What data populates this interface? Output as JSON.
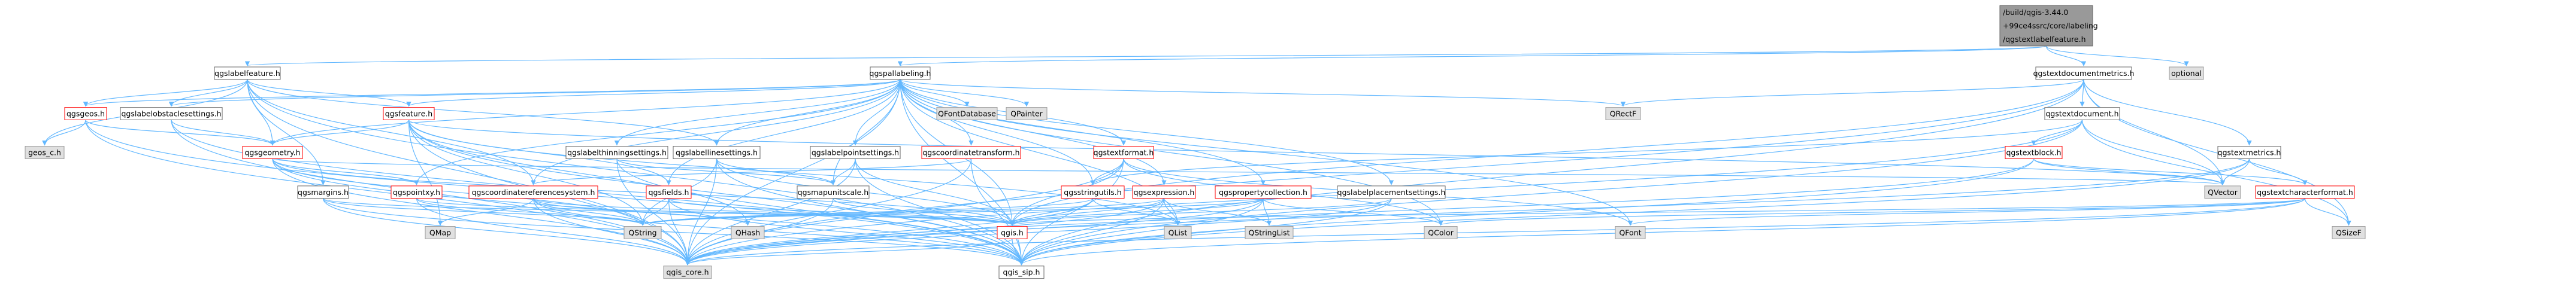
{
  "colors": {
    "edge": "#63b8ff",
    "border": "#666666",
    "border_red": "#ff0000",
    "external_fill": "#e0e0e0",
    "root_fill": "#999999",
    "node_fill": "#ffffff"
  },
  "nodes": [
    {
      "id": "root",
      "lines": [
        "/build/qgis-3.44.0",
        "+99ce4ssrc/core/labeling",
        "/qgstextlabelfeature.h"
      ],
      "kind": "root"
    },
    {
      "id": "qgslabelfeature",
      "lines": [
        "qgslabelfeature.h"
      ],
      "kind": "normal"
    },
    {
      "id": "qgspallabeling",
      "lines": [
        "qgspallabeling.h"
      ],
      "kind": "normal"
    },
    {
      "id": "qgstextdocumentmetrics",
      "lines": [
        "qgstextdocumentmetrics.h"
      ],
      "kind": "normal"
    },
    {
      "id": "optional",
      "lines": [
        "optional"
      ],
      "kind": "ext"
    },
    {
      "id": "qgsgeos",
      "lines": [
        "qgsgeos.h"
      ],
      "kind": "red"
    },
    {
      "id": "qgslabelobstaclesettings",
      "lines": [
        "qgslabelobstaclesettings.h"
      ],
      "kind": "normal"
    },
    {
      "id": "qgsfeature",
      "lines": [
        "qgsfeature.h"
      ],
      "kind": "red"
    },
    {
      "id": "qfontdatabase",
      "lines": [
        "QFontDatabase"
      ],
      "kind": "ext"
    },
    {
      "id": "qpainter",
      "lines": [
        "QPainter"
      ],
      "kind": "ext"
    },
    {
      "id": "qrectf",
      "lines": [
        "QRectF"
      ],
      "kind": "ext"
    },
    {
      "id": "qgstextdocument",
      "lines": [
        "qgstextdocument.h"
      ],
      "kind": "normal"
    },
    {
      "id": "geos_c",
      "lines": [
        "geos_c.h"
      ],
      "kind": "ext"
    },
    {
      "id": "qgsgeometry",
      "lines": [
        "qgsgeometry.h"
      ],
      "kind": "red"
    },
    {
      "id": "qgslabelthinningsettings",
      "lines": [
        "qgslabelthinningsettings.h"
      ],
      "kind": "normal"
    },
    {
      "id": "qgslabellinesettings",
      "lines": [
        "qgslabellinesettings.h"
      ],
      "kind": "normal"
    },
    {
      "id": "qgslabelpointsettings",
      "lines": [
        "qgslabelpointsettings.h"
      ],
      "kind": "normal"
    },
    {
      "id": "qgscoordinatetransform",
      "lines": [
        "qgscoordinatetransform.h"
      ],
      "kind": "red"
    },
    {
      "id": "qgstextformat",
      "lines": [
        "qgstextformat.h"
      ],
      "kind": "red"
    },
    {
      "id": "qgstextblock",
      "lines": [
        "qgstextblock.h"
      ],
      "kind": "red"
    },
    {
      "id": "qgstextmetrics",
      "lines": [
        "qgstextmetrics.h"
      ],
      "kind": "normal"
    },
    {
      "id": "qgsmargins",
      "lines": [
        "qgsmargins.h"
      ],
      "kind": "normal"
    },
    {
      "id": "qgspointxy",
      "lines": [
        "qgspointxy.h"
      ],
      "kind": "red"
    },
    {
      "id": "qgscoordinatereferencesystem",
      "lines": [
        "qgscoordinatereferencesystem.h"
      ],
      "kind": "red"
    },
    {
      "id": "qgsfields",
      "lines": [
        "qgsfields.h"
      ],
      "kind": "red"
    },
    {
      "id": "qgsmapunitscale",
      "lines": [
        "qgsmapunitscale.h"
      ],
      "kind": "normal"
    },
    {
      "id": "qgsstringutils",
      "lines": [
        "qgsstringutils.h"
      ],
      "kind": "red"
    },
    {
      "id": "qgsexpression",
      "lines": [
        "qgsexpression.h"
      ],
      "kind": "red"
    },
    {
      "id": "qgspropertycollection",
      "lines": [
        "qgspropertycollection.h"
      ],
      "kind": "red"
    },
    {
      "id": "qgslabelplacementsettings",
      "lines": [
        "qgslabelplacementsettings.h"
      ],
      "kind": "normal"
    },
    {
      "id": "qvector",
      "lines": [
        "QVector"
      ],
      "kind": "ext"
    },
    {
      "id": "qgstextcharacterformat",
      "lines": [
        "qgstextcharacterformat.h"
      ],
      "kind": "red"
    },
    {
      "id": "qmap",
      "lines": [
        "QMap"
      ],
      "kind": "ext"
    },
    {
      "id": "qstring",
      "lines": [
        "QString"
      ],
      "kind": "ext"
    },
    {
      "id": "qhash",
      "lines": [
        "QHash"
      ],
      "kind": "ext"
    },
    {
      "id": "qgis",
      "lines": [
        "qgis.h"
      ],
      "kind": "red"
    },
    {
      "id": "qlist",
      "lines": [
        "QList"
      ],
      "kind": "ext"
    },
    {
      "id": "qstringlist",
      "lines": [
        "QStringList"
      ],
      "kind": "ext"
    },
    {
      "id": "qcolor",
      "lines": [
        "QColor"
      ],
      "kind": "ext"
    },
    {
      "id": "qfont",
      "lines": [
        "QFont"
      ],
      "kind": "ext"
    },
    {
      "id": "qsizef",
      "lines": [
        "QSizeF"
      ],
      "kind": "ext"
    },
    {
      "id": "qgis_core",
      "lines": [
        "qgis_core.h"
      ],
      "kind": "ext"
    },
    {
      "id": "qgis_sip",
      "lines": [
        "qgis_sip.h"
      ],
      "kind": "normal"
    }
  ],
  "edges": [
    [
      "root",
      "qgslabelfeature"
    ],
    [
      "root",
      "qgspallabeling"
    ],
    [
      "root",
      "qgstextdocumentmetrics"
    ],
    [
      "root",
      "optional"
    ],
    [
      "qgslabelfeature",
      "qgis_core"
    ],
    [
      "qgslabelfeature",
      "qgsgeos"
    ],
    [
      "qgslabelfeature",
      "geos_c"
    ],
    [
      "qgslabelfeature",
      "qgsmargins"
    ],
    [
      "qgslabelfeature",
      "qgslabelobstaclesettings"
    ],
    [
      "qgslabelfeature",
      "qgsfeature"
    ],
    [
      "qgslabelfeature",
      "qgscoordinatereferencesystem"
    ],
    [
      "qgslabelfeature",
      "qgslabellinesettings"
    ],
    [
      "qgslabelfeature",
      "qgsgeometry"
    ],
    [
      "qgspallabeling",
      "qgis_core"
    ],
    [
      "qgspallabeling",
      "qgis_sip"
    ],
    [
      "qgspallabeling",
      "qfontdatabase"
    ],
    [
      "qgspallabeling",
      "qpainter"
    ],
    [
      "qgspallabeling",
      "qrectf"
    ],
    [
      "qgspallabeling",
      "qgsgeometry"
    ],
    [
      "qgspallabeling",
      "qgsfeature"
    ],
    [
      "qgspallabeling",
      "qgsfields"
    ],
    [
      "qgspallabeling",
      "qgspointxy"
    ],
    [
      "qgspallabeling",
      "qgspropertycollection"
    ],
    [
      "qgspallabeling",
      "qgsmapunitscale"
    ],
    [
      "qgspallabeling",
      "qgstextformat"
    ],
    [
      "qgspallabeling",
      "qgslabelobstaclesettings"
    ],
    [
      "qgspallabeling",
      "qgslabelthinningsettings"
    ],
    [
      "qgspallabeling",
      "qgslabellinesettings"
    ],
    [
      "qgspallabeling",
      "qgslabelpointsettings"
    ],
    [
      "qgspallabeling",
      "qgslabelplacementsettings"
    ],
    [
      "qgspallabeling",
      "qgscoordinatetransform"
    ],
    [
      "qgspallabeling",
      "qgsexpression"
    ],
    [
      "qgspallabeling",
      "qgsstringutils"
    ],
    [
      "qgspallabeling",
      "qgscoordinatereferencesystem"
    ],
    [
      "qgspallabeling",
      "qcolor"
    ],
    [
      "qgspallabeling",
      "qfont"
    ],
    [
      "qgspallabeling",
      "qgis"
    ],
    [
      "qgspallabeling",
      "qlist"
    ],
    [
      "qgspallabeling",
      "qgsgeos"
    ],
    [
      "qgstextdocumentmetrics",
      "qgis_core"
    ],
    [
      "qgstextdocumentmetrics",
      "qgis_sip"
    ],
    [
      "qgstextdocumentmetrics",
      "qgstextdocument"
    ],
    [
      "qgstextdocumentmetrics",
      "qgstextmetrics"
    ],
    [
      "qgstextdocumentmetrics",
      "qrectf"
    ],
    [
      "qgstextdocumentmetrics",
      "qvector"
    ],
    [
      "qgstextdocumentmetrics",
      "qsizef"
    ],
    [
      "qgstextdocumentmetrics",
      "qgis"
    ],
    [
      "qgsgeos",
      "qgis_core"
    ],
    [
      "qgsgeos",
      "qgsgeometry"
    ],
    [
      "qgsgeos",
      "geos_c"
    ],
    [
      "qgsgeos",
      "qgis_sip"
    ],
    [
      "qgslabelobstaclesettings",
      "qgis_core"
    ],
    [
      "qgslabelobstaclesettings",
      "qgis_sip"
    ],
    [
      "qgslabelobstaclesettings",
      "qgsgeometry"
    ],
    [
      "qgsfeature",
      "qgis_core"
    ],
    [
      "qgsfeature",
      "qgis_sip"
    ],
    [
      "qgsfeature",
      "qgsgeometry"
    ],
    [
      "qgsfeature",
      "qgsfields"
    ],
    [
      "qgsfeature",
      "qvector"
    ],
    [
      "qgsfeature",
      "qmap"
    ],
    [
      "qgsfeature",
      "qstring"
    ],
    [
      "qgsfeature",
      "qlist"
    ],
    [
      "qgsfeature",
      "qhash"
    ],
    [
      "qgstextdocument",
      "qgis_core"
    ],
    [
      "qgstextdocument",
      "qgis_sip"
    ],
    [
      "qgstextdocument",
      "qgstextblock"
    ],
    [
      "qgstextdocument",
      "qvector"
    ],
    [
      "qgstextdocument",
      "qsizef"
    ],
    [
      "qgstextdocument",
      "qgsstringutils"
    ],
    [
      "qgsgeometry",
      "qgis_core"
    ],
    [
      "qgsgeometry",
      "qgis_sip"
    ],
    [
      "qgsgeometry",
      "qgspointxy"
    ],
    [
      "qgsgeometry",
      "qstring"
    ],
    [
      "qgsgeometry",
      "qvector"
    ],
    [
      "qgsgeometry",
      "qgis"
    ],
    [
      "qgslabelthinningsettings",
      "qgis_core"
    ],
    [
      "qgslabelthinningsettings",
      "qgis_sip"
    ],
    [
      "qgslabelthinningsettings",
      "qgsmapunitscale"
    ],
    [
      "qgslabellinesettings",
      "qgis_core"
    ],
    [
      "qgslabellinesettings",
      "qgis_sip"
    ],
    [
      "qgslabellinesettings",
      "qgis"
    ],
    [
      "qgslabellinesettings",
      "qgsmapunitscale"
    ],
    [
      "qgslabellinesettings",
      "qstring"
    ],
    [
      "qgslabelpointsettings",
      "qgis_core"
    ],
    [
      "qgslabelpointsettings",
      "qgis_sip"
    ],
    [
      "qgslabelpointsettings",
      "qgis"
    ],
    [
      "qgslabelpointsettings",
      "qgsmapunitscale"
    ],
    [
      "qgscoordinatetransform",
      "qgis_core"
    ],
    [
      "qgscoordinatetransform",
      "qgis_sip"
    ],
    [
      "qgscoordinatetransform",
      "qgscoordinatereferencesystem"
    ],
    [
      "qgstextformat",
      "qgis_core"
    ],
    [
      "qgstextformat",
      "qgis_sip"
    ],
    [
      "qgstextformat",
      "qgis"
    ],
    [
      "qgstextformat",
      "qgsstringutils"
    ],
    [
      "qgstextformat",
      "qfont"
    ],
    [
      "qgstextformat",
      "qcolor"
    ],
    [
      "qgstextblock",
      "qgis_core"
    ],
    [
      "qgstextblock",
      "qgis_sip"
    ],
    [
      "qgstextblock",
      "qgstextcharacterformat"
    ],
    [
      "qgstextblock",
      "qvector"
    ],
    [
      "qgstextmetrics",
      "qgis_core"
    ],
    [
      "qgstextmetrics",
      "qgis_sip"
    ],
    [
      "qgstextmetrics",
      "qgstextcharacterformat"
    ],
    [
      "qgstextmetrics",
      "qvector"
    ],
    [
      "qgsmargins",
      "qgis_core"
    ],
    [
      "qgsmargins",
      "qgis_sip"
    ],
    [
      "qgsmargins",
      "qgis"
    ],
    [
      "qgsmargins",
      "qstring"
    ],
    [
      "qgspointxy",
      "qgis_core"
    ],
    [
      "qgspointxy",
      "qgis"
    ],
    [
      "qgspointxy",
      "qstring"
    ],
    [
      "qgscoordinatereferencesystem",
      "qgis_core"
    ],
    [
      "qgscoordinatereferencesystem",
      "qgis_sip"
    ],
    [
      "qgscoordinatereferencesystem",
      "qmap"
    ],
    [
      "qgscoordinatereferencesystem",
      "qhash"
    ],
    [
      "qgscoordinatereferencesystem",
      "qstring"
    ],
    [
      "qgscoordinatereferencesystem",
      "qgis"
    ],
    [
      "qgsfields",
      "qgis_core"
    ],
    [
      "qgsfields",
      "qgis_sip"
    ],
    [
      "qgsfields",
      "qgis"
    ],
    [
      "qgsfields",
      "qstring"
    ],
    [
      "qgsmapunitscale",
      "qgis_core"
    ],
    [
      "qgsmapunitscale",
      "qgis"
    ],
    [
      "qgsstringutils",
      "qgis_core"
    ],
    [
      "qgsstringutils",
      "qgis"
    ],
    [
      "qgsstringutils",
      "qstring"
    ],
    [
      "qgsstringutils",
      "qlist"
    ],
    [
      "qgsexpression",
      "qgis_core"
    ],
    [
      "qgsexpression",
      "qgis_sip"
    ],
    [
      "qgsexpression",
      "qstring"
    ],
    [
      "qgsexpression",
      "qstringlist"
    ],
    [
      "qgsexpression",
      "qgis"
    ],
    [
      "qgsexpression",
      "qlist"
    ],
    [
      "qgspropertycollection",
      "qgis_core"
    ],
    [
      "qgspropertycollection",
      "qgis_sip"
    ],
    [
      "qgspropertycollection",
      "qgis"
    ],
    [
      "qgspropertycollection",
      "qstring"
    ],
    [
      "qgspropertycollection",
      "qcolor"
    ],
    [
      "qgspropertycollection",
      "qstringlist"
    ],
    [
      "qgslabelplacementsettings",
      "qgis_core"
    ],
    [
      "qgslabelplacementsettings",
      "qgis_sip"
    ],
    [
      "qgslabelplacementsettings",
      "qgis"
    ],
    [
      "qgstextcharacterformat",
      "qgis_core"
    ],
    [
      "qgstextcharacterformat",
      "qgis_sip"
    ],
    [
      "qgstextcharacterformat",
      "qgis"
    ],
    [
      "qgstextcharacterformat",
      "qcolor"
    ],
    [
      "qgstextcharacterformat",
      "qsizef"
    ],
    [
      "qgstextcharacterformat",
      "qfont"
    ],
    [
      "qgis",
      "qgis_core"
    ],
    [
      "qgis",
      "qgis_sip"
    ],
    [
      "qgslabelfeature",
      "qgis_sip"
    ]
  ]
}
